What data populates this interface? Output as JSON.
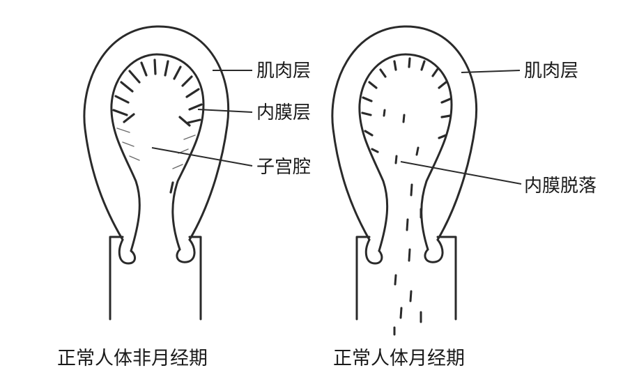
{
  "left_diagram": {
    "labels": {
      "muscle": "肌肉层",
      "endometrium": "内膜层",
      "cavity": "子宫腔"
    },
    "caption": "正常人体非月经期"
  },
  "right_diagram": {
    "labels": {
      "muscle": "肌肉层",
      "shedding": "内膜脱落"
    },
    "caption": "正常人体月经期"
  }
}
